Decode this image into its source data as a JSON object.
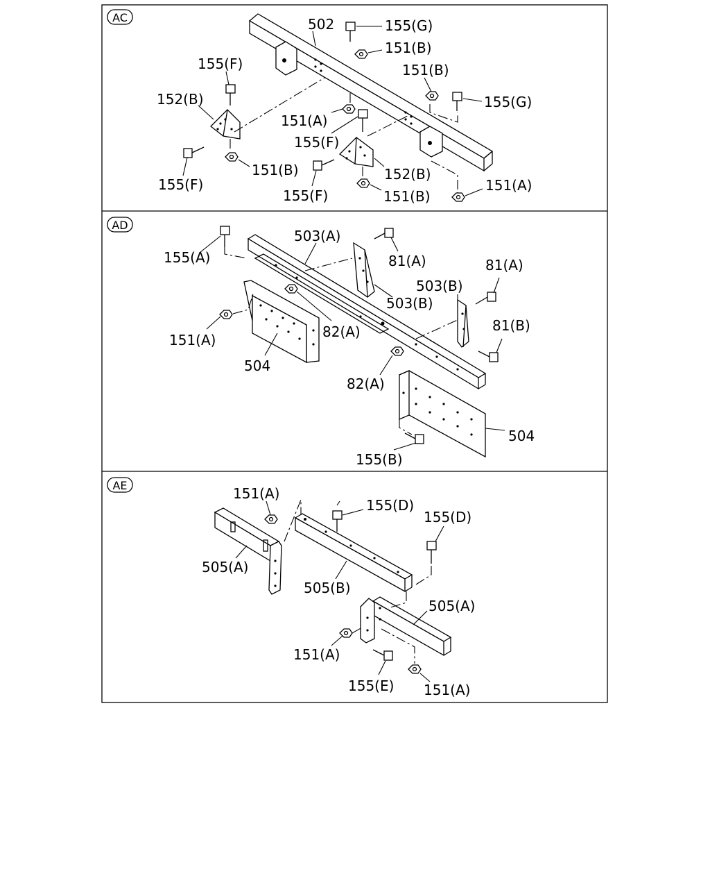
{
  "panels": [
    {
      "tag": "AC",
      "labels": [
        "502",
        "155(G)",
        "151(B)",
        "155(F)",
        "151(B)",
        "152(B)",
        "155(G)",
        "151(A)",
        "155(F)",
        "155(F)",
        "151(B)",
        "152(B)",
        "155(F)",
        "151(B)",
        "151(A)"
      ]
    },
    {
      "tag": "AD",
      "labels": [
        "503(A)",
        "155(A)",
        "81(A)",
        "81(A)",
        "503(B)",
        "503(B)",
        "151(A)",
        "82(A)",
        "81(B)",
        "504",
        "82(A)",
        "504",
        "155(B)"
      ]
    },
    {
      "tag": "AE",
      "labels": [
        "151(A)",
        "155(D)",
        "155(D)",
        "505(A)",
        "505(B)",
        "505(A)",
        "151(A)",
        "155(E)",
        "151(A)"
      ]
    }
  ]
}
